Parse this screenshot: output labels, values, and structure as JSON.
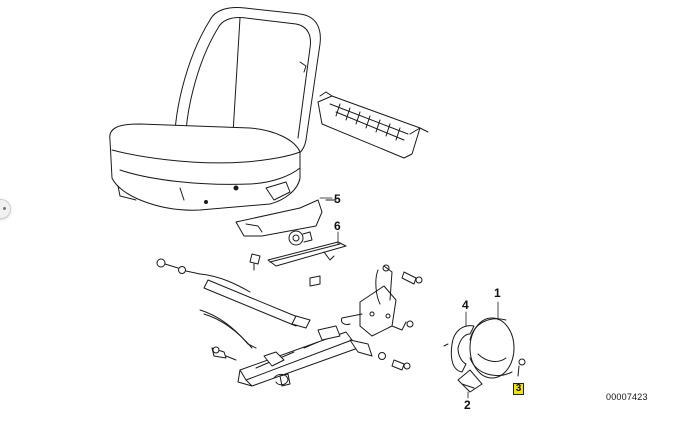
{
  "labels": {
    "part1": "1",
    "part2": "2",
    "part3": "3",
    "part4": "4",
    "part5": "5",
    "part6": "6"
  },
  "diagram_id": "00007423",
  "colors": {
    "line": "#1a1a1a",
    "highlight": "#f2e600"
  }
}
